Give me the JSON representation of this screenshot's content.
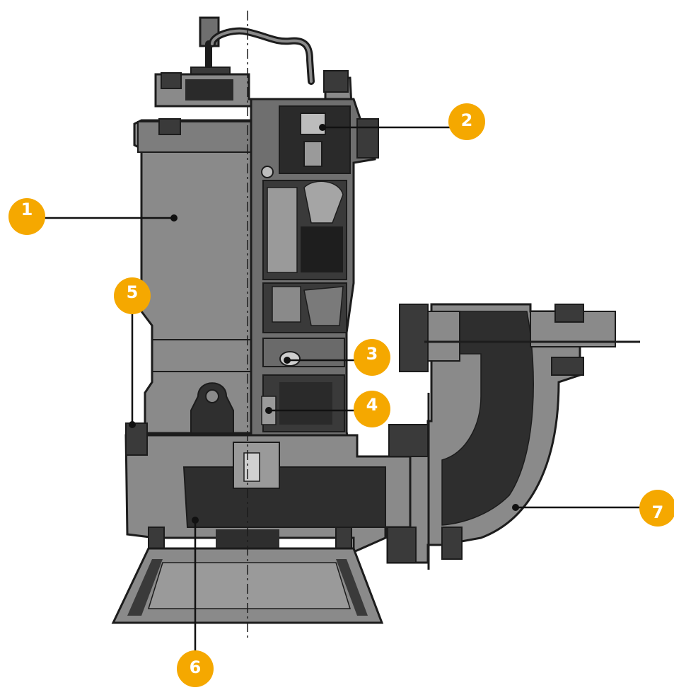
{
  "colors": {
    "background": "#ffffff",
    "badge": "#f5a800",
    "badge_text": "#ffffff",
    "leader": "#111111",
    "casing_light": "#8a8a8a",
    "casing_mid": "#6f6f6f",
    "casing_dark": "#3a3a3a",
    "outline": "#1c1c1c"
  },
  "callouts": [
    {
      "id": "1",
      "label": "1"
    },
    {
      "id": "2",
      "label": "2"
    },
    {
      "id": "3",
      "label": "3"
    },
    {
      "id": "4",
      "label": "4"
    },
    {
      "id": "5",
      "label": "5"
    },
    {
      "id": "6",
      "label": "6"
    },
    {
      "id": "7",
      "label": "7"
    }
  ]
}
